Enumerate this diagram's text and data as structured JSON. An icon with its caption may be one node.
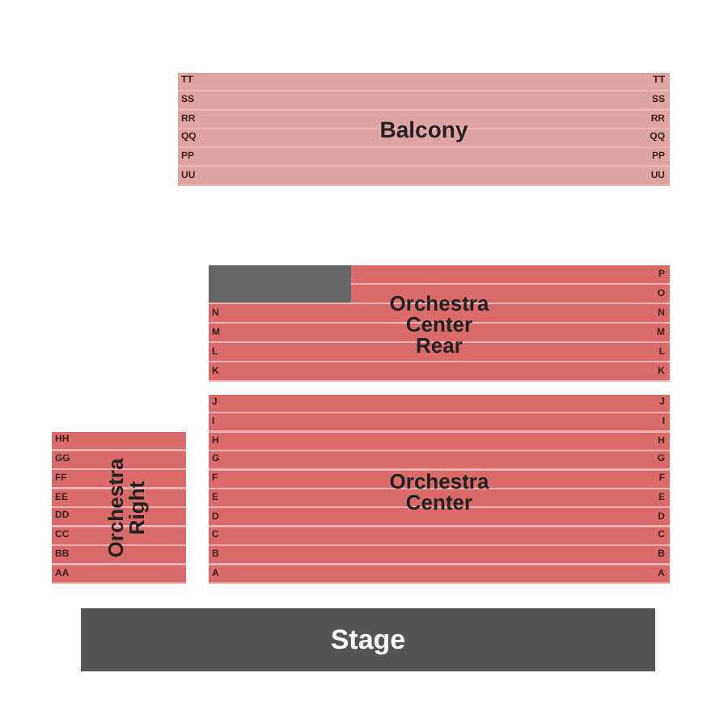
{
  "diagram": {
    "nodes": [
      {
        "text": [
          "Balcony",
          "TT",
          "TT",
          "SS",
          "SS",
          "RR",
          "RR",
          "QQ",
          "QQ",
          "PP",
          "PP",
          "UU",
          "UU"
        ]
      },
      {
        "text": [],
        "shape": "box",
        "in": 2
      },
      {
        "text": [
          "Orchestra Center Rear",
          "P",
          "O",
          "N",
          "N",
          "M",
          "M",
          "L",
          "L",
          "K",
          "K"
        ]
      },
      {
        "text": [
          "Orchestra Center",
          "J",
          "J",
          "I",
          "I",
          "H",
          "H",
          "G",
          "G",
          "F",
          "F",
          "E",
          "E",
          "D",
          "D",
          "C",
          "C",
          "B",
          "B",
          "A",
          "A"
        ]
      },
      {
        "text": [
          "Orchestra Right",
          "HH",
          "GG",
          "FF",
          "EE",
          "DD",
          "CC",
          "BB",
          "AA"
        ]
      },
      {
        "text": [
          "Stage"
        ]
      }
    ]
  }
}
